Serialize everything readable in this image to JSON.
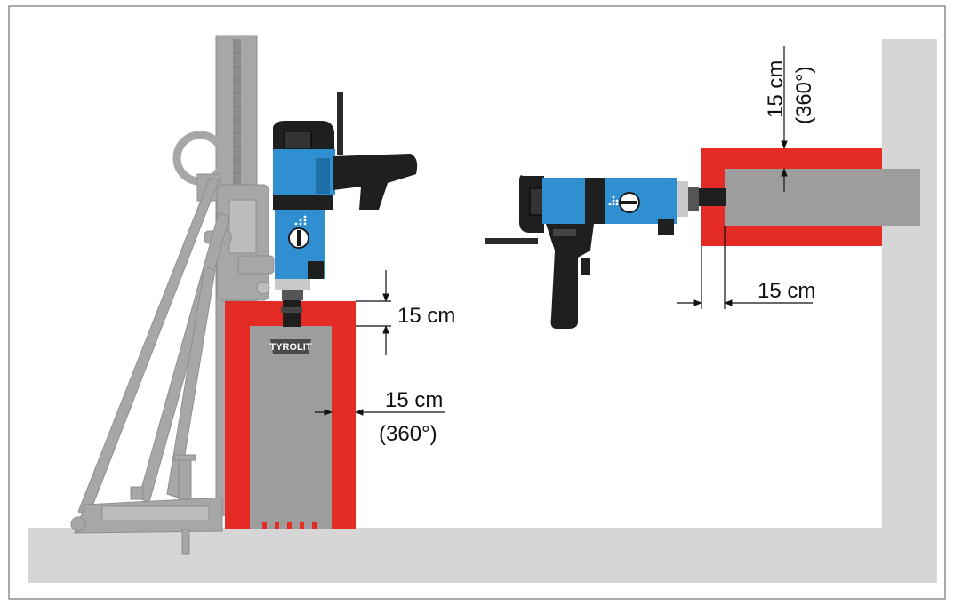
{
  "labels": {
    "vertical_gap": "15 cm",
    "vertical_side": "15 cm",
    "vertical_side_rotation": "(360°)",
    "horizontal_top": "15 cm",
    "horizontal_top_rotation": "(360°)",
    "horizontal_bottom": "15 cm"
  },
  "brand_logo": "TYROLIT",
  "colors": {
    "clearance_zone": "#e52b26",
    "drill_body": "#2f8fd0",
    "core_bit": "#9d9d9d",
    "stand": "#a7a7a7",
    "wall_floor": "#d6d6d6"
  }
}
